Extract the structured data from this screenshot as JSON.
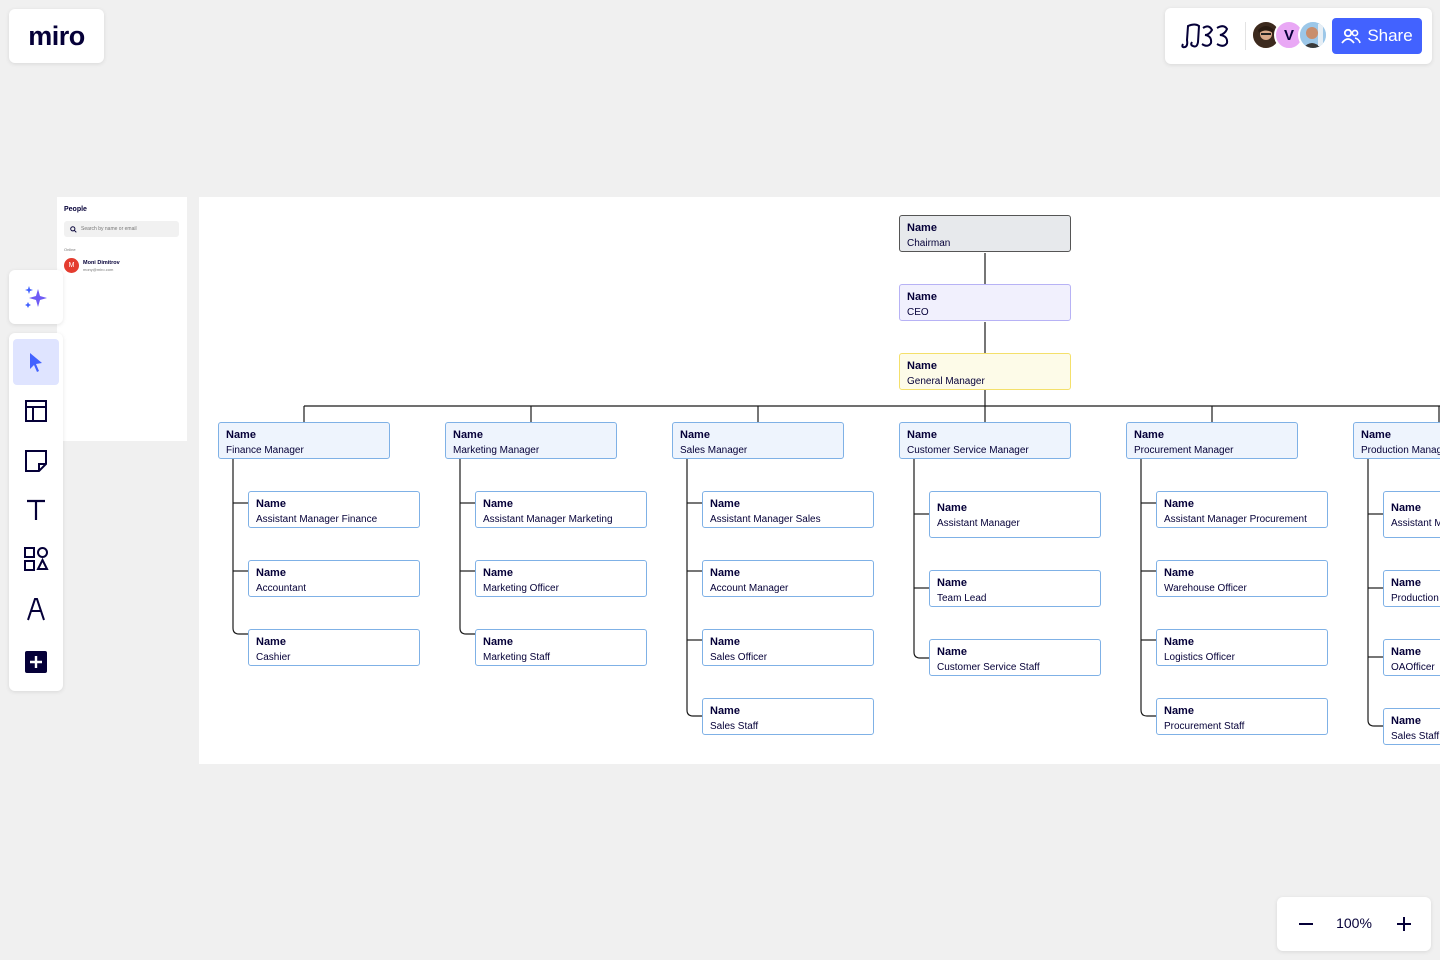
{
  "app": {
    "logo": "miro"
  },
  "header": {
    "share_label": "Share",
    "collaborators": [
      {
        "name": "collaborator-photo-1"
      },
      {
        "initial": "V"
      },
      {
        "name": "collaborator-photo-2"
      }
    ]
  },
  "people_panel": {
    "title": "People",
    "search_placeholder": "Search by name or email",
    "online_label": "Online",
    "user": {
      "initial": "M",
      "name": "Moni Dimitrov",
      "email": "mony@miro.com"
    }
  },
  "toolbar": {
    "ai": "sparkle-icon",
    "tools": [
      "select-cursor-icon",
      "templates-icon",
      "sticky-note-icon",
      "text-icon",
      "shapes-icon",
      "pen-icon",
      "add-icon"
    ]
  },
  "org_chart": {
    "chairman": {
      "name": "Name",
      "role": "Chairman"
    },
    "ceo": {
      "name": "Name",
      "role": "CEO"
    },
    "general_manager": {
      "name": "Name",
      "role": "General Manager"
    },
    "departments": [
      {
        "name": "Name",
        "role": "Finance Manager",
        "staff": [
          {
            "name": "Name",
            "role": "Assistant Manager Finance"
          },
          {
            "name": "Name",
            "role": "Accountant"
          },
          {
            "name": "Name",
            "role": "Cashier"
          }
        ]
      },
      {
        "name": "Name",
        "role": "Marketing Manager",
        "staff": [
          {
            "name": "Name",
            "role": "Assistant Manager Marketing"
          },
          {
            "name": "Name",
            "role": "Marketing Officer"
          },
          {
            "name": "Name",
            "role": "Marketing Staff"
          }
        ]
      },
      {
        "name": "Name",
        "role": "Sales Manager",
        "staff": [
          {
            "name": "Name",
            "role": "Assistant Manager Sales"
          },
          {
            "name": "Name",
            "role": "Account Manager"
          },
          {
            "name": "Name",
            "role": "Sales Officer"
          },
          {
            "name": "Name",
            "role": "Sales Staff"
          }
        ]
      },
      {
        "name": "Name",
        "role": "Customer Service Manager",
        "staff": [
          {
            "name": "Name",
            "role": "Assistant Manager"
          },
          {
            "name": "Name",
            "role": "Team Lead"
          },
          {
            "name": "Name",
            "role": "Customer Service Staff"
          }
        ]
      },
      {
        "name": "Name",
        "role": "Procurement Manager",
        "staff": [
          {
            "name": "Name",
            "role": "Assistant Manager Procurement"
          },
          {
            "name": "Name",
            "role": "Warehouse Officer"
          },
          {
            "name": "Name",
            "role": "Logistics Officer"
          },
          {
            "name": "Name",
            "role": "Procurement Staff"
          }
        ]
      },
      {
        "name": "Name",
        "role": "Production Manager",
        "staff": [
          {
            "name": "Name",
            "role": "Assistant Manager"
          },
          {
            "name": "Name",
            "role": "Production Officer"
          },
          {
            "name": "Name",
            "role": "OAOfficer"
          },
          {
            "name": "Name",
            "role": "Sales Staff"
          }
        ]
      }
    ]
  },
  "zoom": {
    "level": "100%"
  },
  "colors": {
    "accent": "#4262ff",
    "node_border": "#7fb1e6",
    "gm_fill": "#fdfbe8",
    "ceo_fill": "#f1f0fd"
  }
}
